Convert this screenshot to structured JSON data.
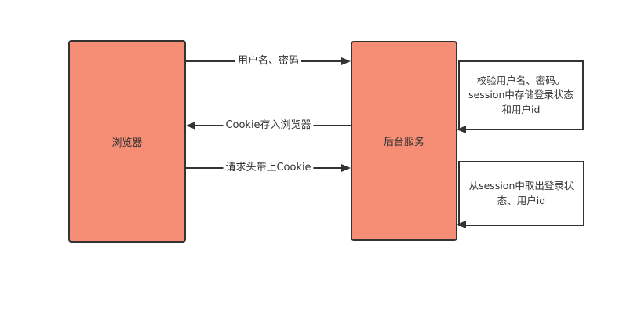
{
  "diagram": {
    "title": "browser-server cookie/session login flow",
    "nodes": {
      "browser": {
        "label": "浏览器"
      },
      "server": {
        "label": "后台服务"
      }
    },
    "edges": [
      {
        "id": "login-request",
        "label": "用户名、密码",
        "from": "browser",
        "to": "server",
        "direction": "right"
      },
      {
        "id": "set-cookie",
        "label": "Cookie存入浏览器",
        "from": "server",
        "to": "browser",
        "direction": "left"
      },
      {
        "id": "cookie-request",
        "label": "请求头带上Cookie",
        "from": "browser",
        "to": "server",
        "direction": "right"
      }
    ],
    "annotations": [
      {
        "id": "verify-store-session",
        "text": "校验用户名、密码。session中存储登录状态和用户id"
      },
      {
        "id": "read-session",
        "text": "从session中取出登录状态、用户id"
      }
    ],
    "colors": {
      "node_fill": "#F58E74",
      "stroke": "#333333",
      "text": "#333333",
      "background": "#FFFFFF"
    }
  }
}
